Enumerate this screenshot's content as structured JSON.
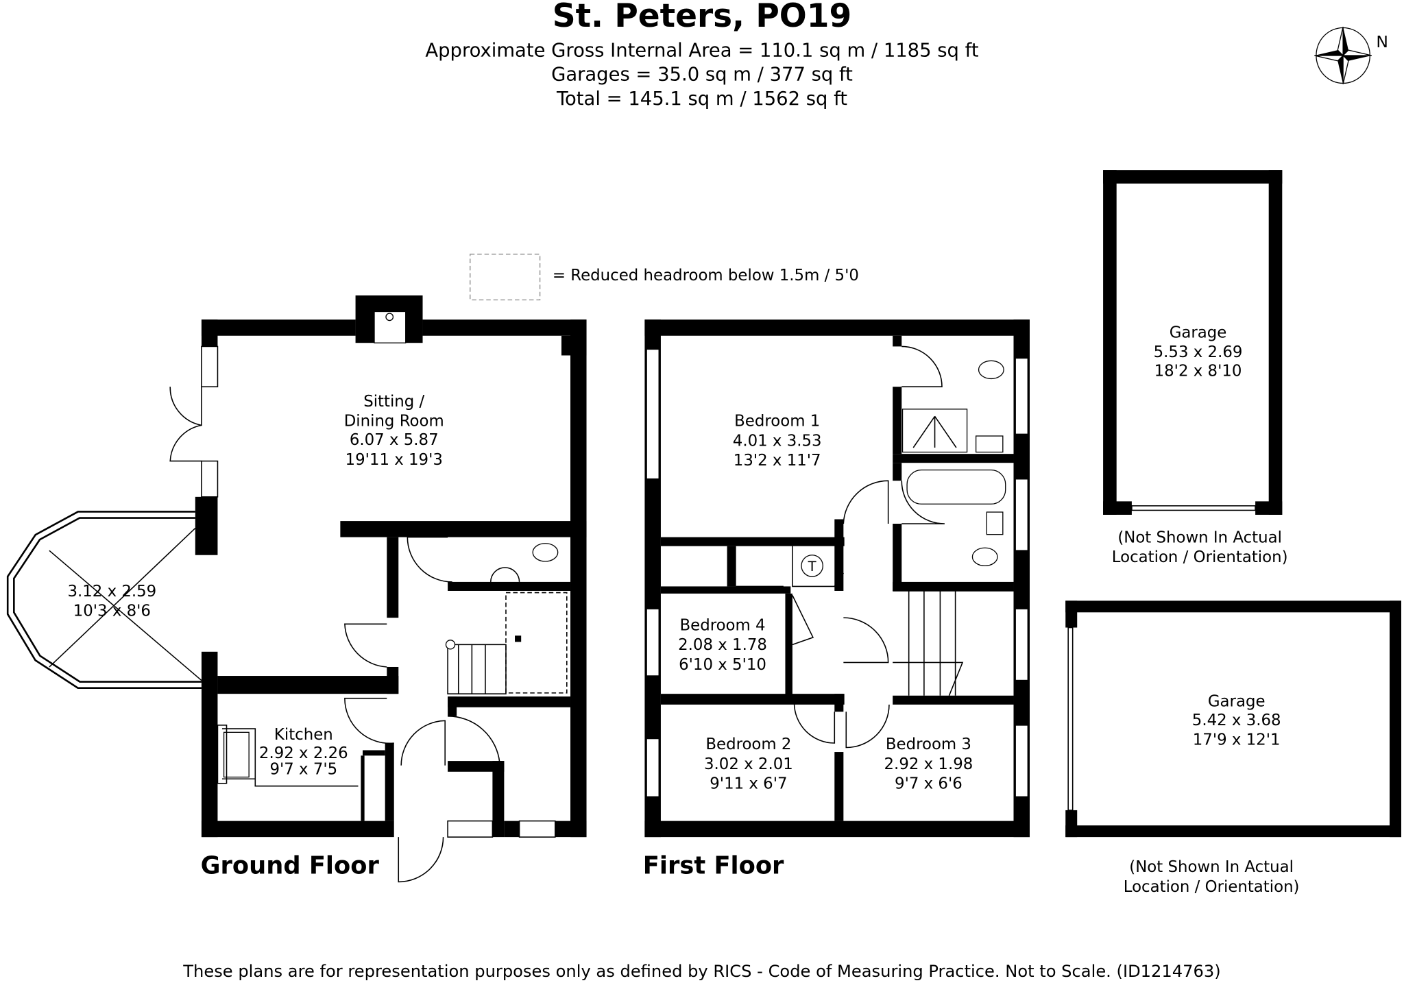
{
  "header": {
    "title": "St. Peters, PO19",
    "gross_area": "Approximate Gross Internal Area = 110.1 sq m / 1185 sq ft",
    "garages_area": "Garages = 35.0 sq m / 377 sq ft",
    "total_area": "Total = 145.1 sq m / 1562 sq ft",
    "compass_label": "N"
  },
  "legend": {
    "reduced_headroom": "= Reduced headroom below 1.5m / 5'0"
  },
  "ground_floor": {
    "label": "Ground Floor",
    "rooms": [
      {
        "name_1": "Sitting /",
        "name_2": "Dining Room",
        "metric": "6.07 x 5.87",
        "imperial": "19'11 x 19'3"
      },
      {
        "metric": "3.12 x 2.59",
        "imperial": "10'3 x 8'6"
      },
      {
        "name_1": "Kitchen",
        "metric": "2.92 x 2.26",
        "imperial": "9'7 x 7'5"
      }
    ]
  },
  "first_floor": {
    "label": "First Floor",
    "cupboard_label": "T",
    "rooms": [
      {
        "name_1": "Bedroom 1",
        "metric": "4.01 x 3.53",
        "imperial": "13'2 x 11'7"
      },
      {
        "name_1": "Bedroom 4",
        "metric": "2.08 x 1.78",
        "imperial": "6'10 x 5'10"
      },
      {
        "name_1": "Bedroom 2",
        "metric": "3.02 x 2.01",
        "imperial": "9'11 x 6'7"
      },
      {
        "name_1": "Bedroom 3",
        "metric": "2.92 x 1.98",
        "imperial": "9'7 x 6'6"
      }
    ]
  },
  "garages": [
    {
      "name_1": "Garage",
      "metric": "5.53 x 2.69",
      "imperial": "18'2 x 8'10",
      "note_1": "(Not Shown In Actual",
      "note_2": "Location / Orientation)"
    },
    {
      "name_1": "Garage",
      "metric": "5.42 x 3.68",
      "imperial": "17'9 x 12'1",
      "note_1": "(Not Shown In Actual",
      "note_2": "Location / Orientation)"
    }
  ],
  "footer": "These plans are for representation purposes only as defined by RICS - Code of Measuring Practice. Not to Scale. (ID1214763)"
}
